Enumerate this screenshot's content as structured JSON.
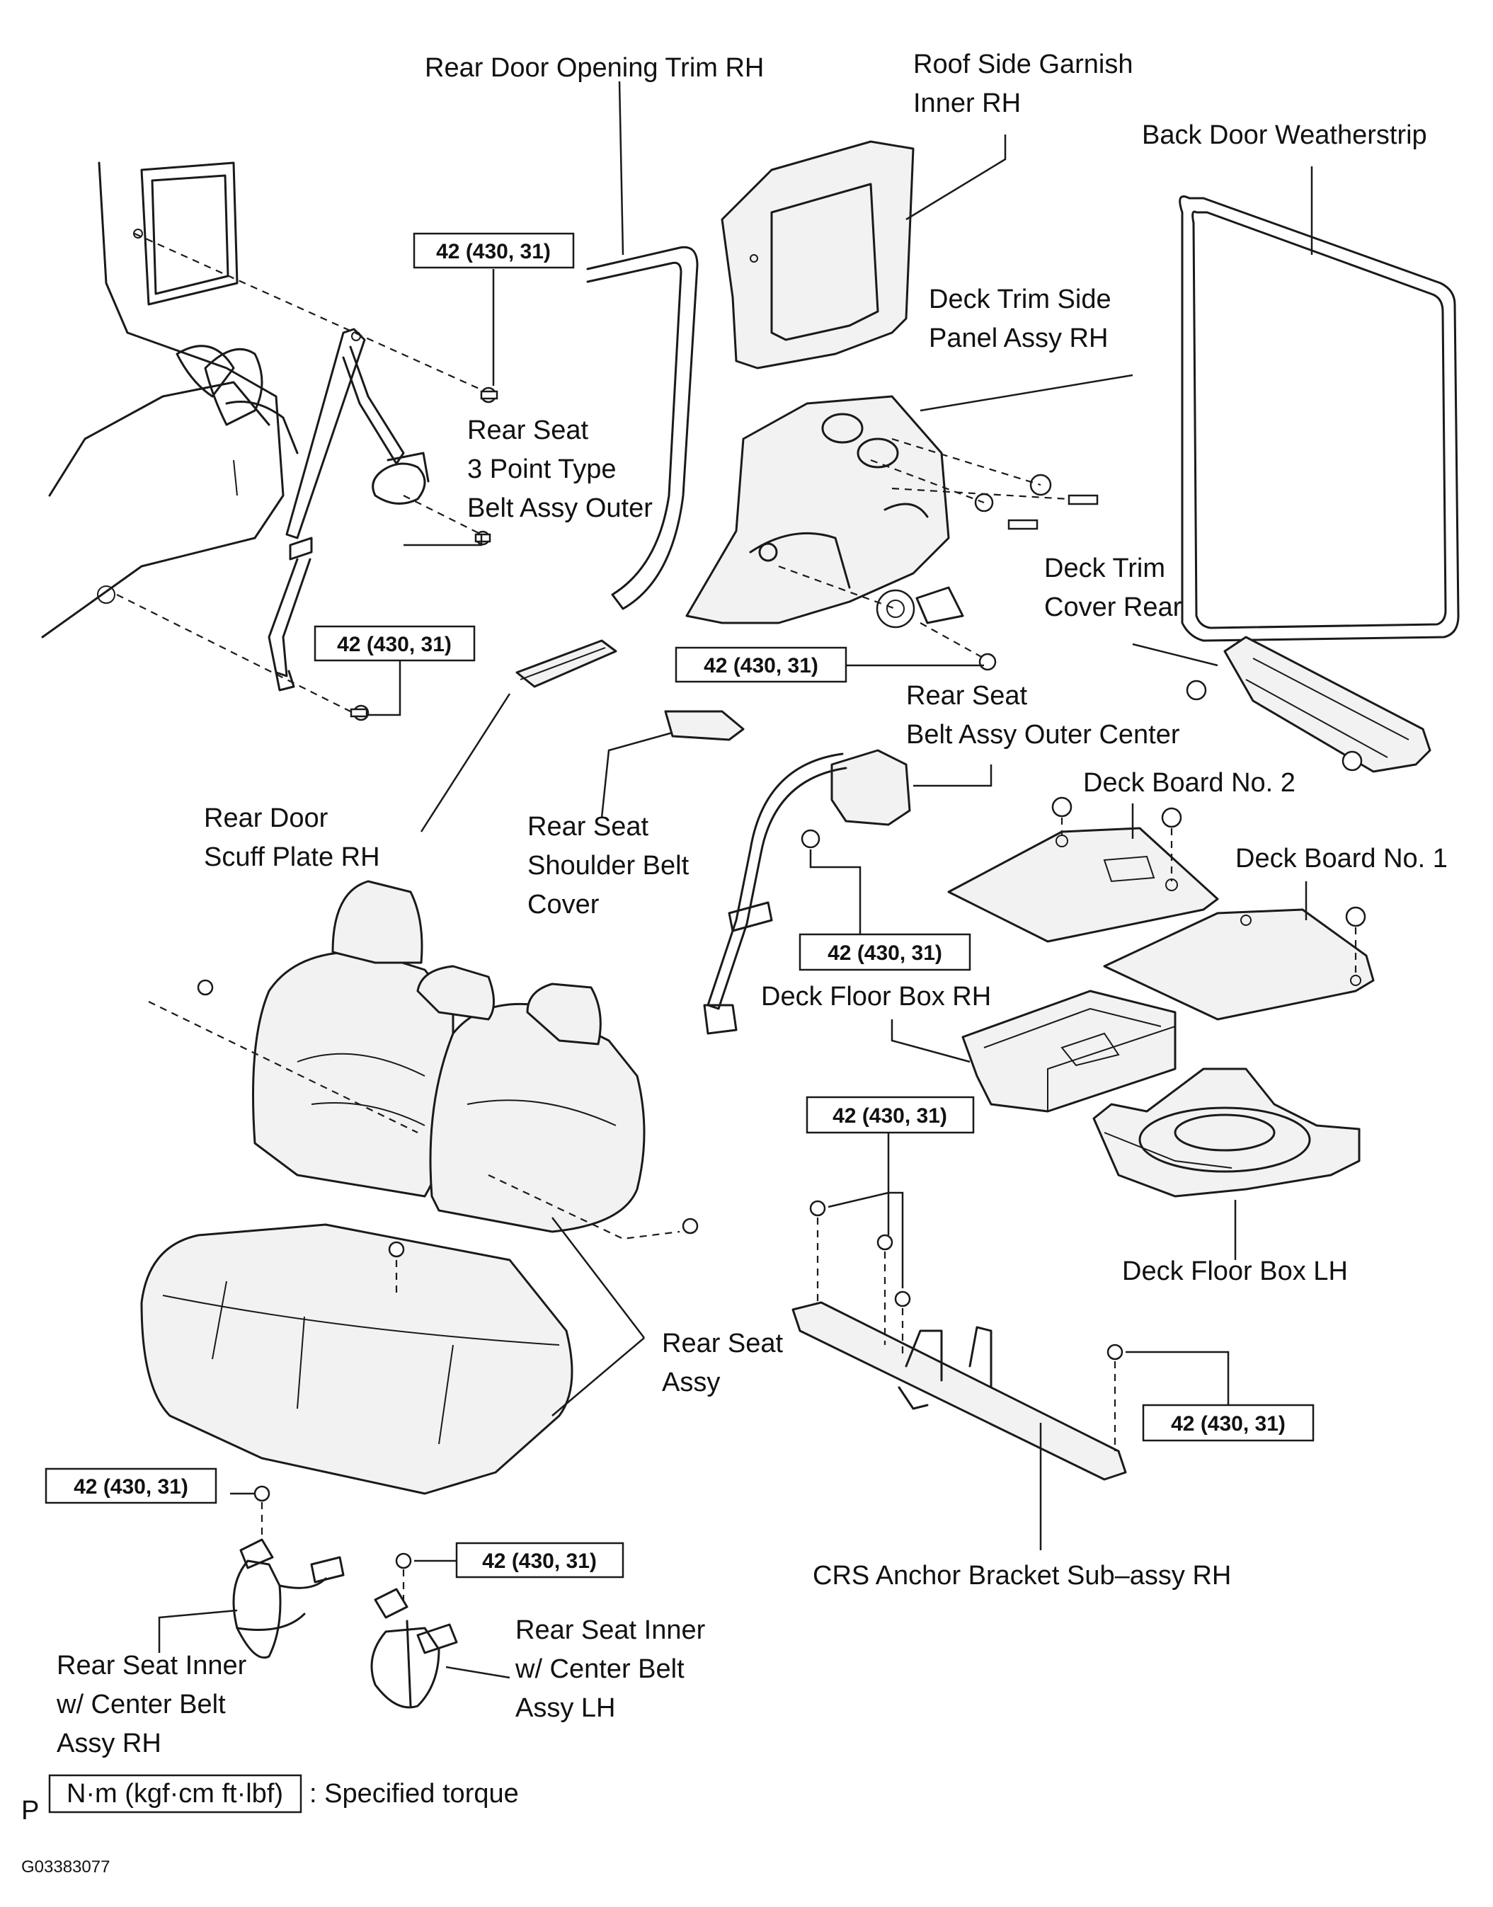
{
  "labels": {
    "rear_door_opening_trim_rh": "Rear Door Opening Trim RH",
    "roof_side_garnish_l1": "Roof Side Garnish",
    "roof_side_garnish_l2": "Inner RH",
    "back_door_weatherstrip": "Back Door Weatherstrip",
    "deck_trim_side_panel_l1": "Deck Trim Side",
    "deck_trim_side_panel_l2": "Panel Assy RH",
    "rear_seat_3pt_l1": "Rear Seat",
    "rear_seat_3pt_l2": "3 Point Type",
    "rear_seat_3pt_l3": "Belt Assy Outer",
    "deck_trim_cover_rear_l1": "Deck Trim",
    "deck_trim_cover_rear_l2": "Cover Rear",
    "rear_seat_belt_outer_center_l1": "Rear Seat",
    "rear_seat_belt_outer_center_l2": "Belt Assy Outer Center",
    "deck_board_no2": "Deck Board No. 2",
    "deck_board_no1": "Deck Board No. 1",
    "rear_door_scuff_plate_l1": "Rear Door",
    "rear_door_scuff_plate_l2": "Scuff Plate RH",
    "rear_seat_shoulder_belt_cover_l1": "Rear Seat",
    "rear_seat_shoulder_belt_cover_l2": "Shoulder Belt",
    "rear_seat_shoulder_belt_cover_l3": "Cover",
    "deck_floor_box_rh": "Deck Floor Box RH",
    "deck_floor_box_lh": "Deck Floor Box LH",
    "rear_seat_assy_l1": "Rear Seat",
    "rear_seat_assy_l2": "Assy",
    "crs_anchor_bracket": "CRS Anchor Bracket Sub–assy RH",
    "rear_seat_inner_rh_l1": "Rear Seat Inner",
    "rear_seat_inner_rh_l2": "w/ Center Belt",
    "rear_seat_inner_rh_l3": "Assy RH",
    "rear_seat_inner_lh_l1": "Rear Seat Inner",
    "rear_seat_inner_lh_l2": "w/ Center Belt",
    "rear_seat_inner_lh_l3": "Assy LH"
  },
  "torque_value": "42 (430, 31)",
  "legend": {
    "prefix": "P",
    "unit_box": "N·m (kgf·cm ft·lbf)",
    "text": ": Specified torque"
  },
  "figure_code": "G03383077"
}
